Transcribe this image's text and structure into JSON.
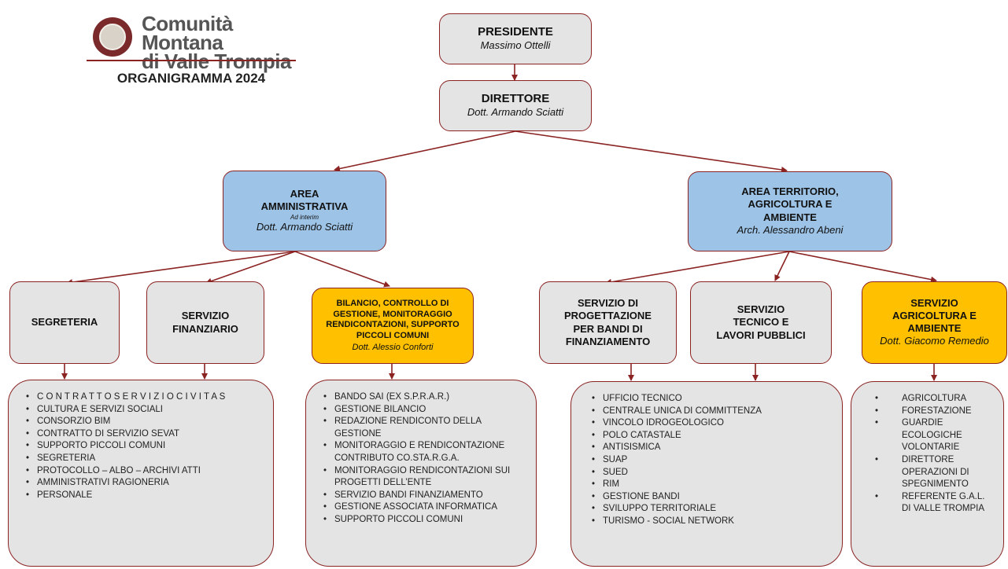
{
  "logo": {
    "line1": "Comunità Montana",
    "line2": "di Valle Trompia"
  },
  "heading": "ORGANIGRAMMA 2024",
  "presidente": {
    "title": "PRESIDENTE",
    "name": "Massimo Ottelli"
  },
  "direttore": {
    "title": "DIRETTORE",
    "name": "Dott. Armando Sciatti"
  },
  "area_amm": {
    "title": "AREA AMMINISTRATIVA",
    "note": "Ad interim",
    "name": "Dott. Armando Sciatti"
  },
  "area_terr": {
    "title": "AREA TERRITORIO, AGRICOLTURA E AMBIENTE",
    "name": "Arch. Alessandro Abeni"
  },
  "segreteria": {
    "title": "SEGRETERIA"
  },
  "servizio_fin": {
    "title": "SERVIZIO FINANZIARIO"
  },
  "bilancio": {
    "title": "BILANCIO, CONTROLLO DI GESTIONE, MONITORAGGIO RENDICONTAZIONI, SUPPORTO PICCOLI COMUNI",
    "name": "Dott. Alessio Conforti"
  },
  "progettazione": {
    "title": "SERVIZIO DI PROGETTAZIONE PER BANDI DI FINANZIAMENTO"
  },
  "tecnico": {
    "title": "SERVIZIO TECNICO E LAVORI PUBBLICI"
  },
  "agricoltura": {
    "title": "SERVIZIO AGRICOLTURA E AMBIENTE",
    "name": "Dott. Giacomo Remedio"
  },
  "lists": [
    [
      "C O N T R A T T O  S E R V I Z I O  C I V I T A S",
      "CULTURA E SERVIZI SOCIALI",
      "CONSORZIO BIM",
      "CONTRATTO DI SERVIZIO SEVAT",
      "SUPPORTO PICCOLI COMUNI",
      "SEGRETERIA",
      "PROTOCOLLO – ALBO – ARCHIVI ATTI",
      "AMMINISTRATIVI RAGIONERIA",
      "PERSONALE"
    ],
    [
      "BANDO SAI (EX S.P.R.A.R.)",
      "GESTIONE BILANCIO",
      "REDAZIONE RENDICONTO DELLA GESTIONE",
      "MONITORAGGIO E RENDICONTAZIONE CONTRIBUTO CO.STA.R.G.A.",
      "MONITORAGGIO RENDICONTAZIONI SUI PROGETTI DELL’ENTE",
      "SERVIZIO BANDI FINANZIAMENTO",
      "GESTIONE ASSOCIATA INFORMATICA",
      "SUPPORTO PICCOLI COMUNI"
    ],
    [
      "UFFICIO TECNICO",
      "CENTRALE UNICA DI COMMITTENZA",
      "VINCOLO IDROGEOLOGICO",
      "POLO CATASTALE",
      "ANTISISMICA",
      "SUAP",
      "SUED",
      "RIM",
      "GESTIONE BANDI",
      "SVILUPPO TERRITORIALE",
      "TURISMO - SOCIAL NETWORK"
    ],
    [
      "AGRICOLTURA",
      "FORESTAZIONE",
      "GUARDIE ECOLOGICHE VOLONTARIE",
      "DIRETTORE OPERAZIONI DI SPEGNIMENTO",
      "REFERENTE G.A.L. DI VALLE TROMPIA"
    ]
  ],
  "colors": {
    "connector": "#8b2323",
    "gray": "#e4e4e4",
    "blue": "#9dc3e6",
    "yellow": "#ffc000"
  }
}
